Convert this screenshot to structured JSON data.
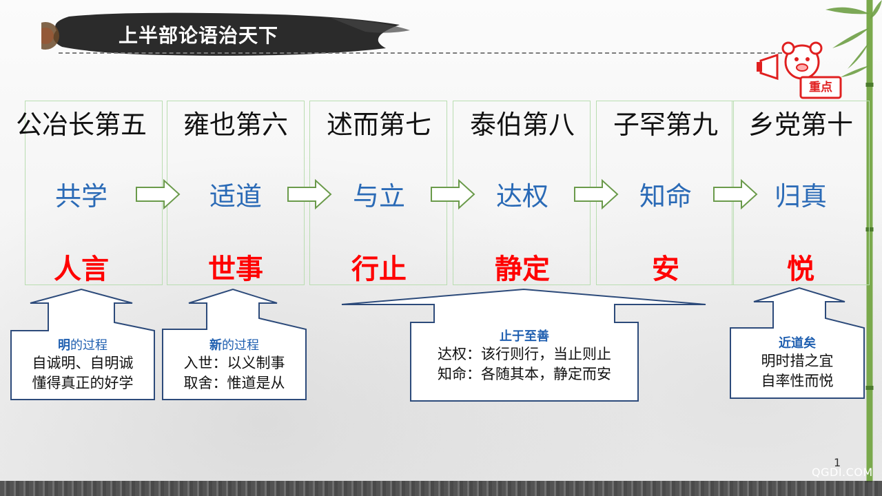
{
  "slide": {
    "title": "上半部论语治天下",
    "badge": "重点",
    "page_number": "1",
    "watermark": "QGDI.COM"
  },
  "columns": [
    {
      "title": "公冶长第五",
      "theme": "共学",
      "keyword": "人言"
    },
    {
      "title": "雍也第六",
      "theme": "适道",
      "keyword": "世事"
    },
    {
      "title": "述而第七",
      "theme": "与立",
      "keyword": "行止"
    },
    {
      "title": "泰伯第八",
      "theme": "达权",
      "keyword": "静定"
    },
    {
      "title": "子罕第九",
      "theme": "知命",
      "keyword": "安"
    },
    {
      "title": "乡党第十",
      "theme": "归真",
      "keyword": "悦"
    }
  ],
  "callouts": [
    {
      "head_em": "明",
      "head_rest": "的过程",
      "lines": [
        "自诚明、自明诚",
        "懂得真正的好学"
      ]
    },
    {
      "head_em": "新",
      "head_rest": "的过程",
      "lines": [
        "入世：以义制事",
        "取舍：惟道是从"
      ]
    },
    {
      "head_em": "止于至善",
      "head_rest": "",
      "lines": [
        "达权：该行则行，当止则止",
        "知命：各随其本，静定而安"
      ]
    },
    {
      "head_em": "近道矣",
      "head_rest": "",
      "lines": [
        "明时措之宜",
        "自率性而悦"
      ]
    }
  ],
  "colors": {
    "theme_blue": "#2a6ab6",
    "keyword_red": "#ff0000",
    "callout_blue": "#1f5fb0",
    "column_border": "#b9ddb0",
    "arrow_green": "#6a9a4a",
    "callout_border": "#2c4a7a"
  }
}
